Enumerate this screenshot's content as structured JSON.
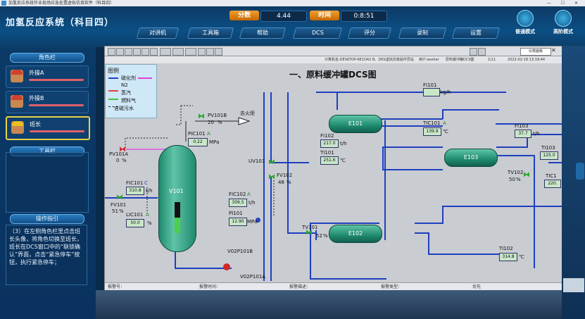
{
  "window": {
    "title": "加氢反应系统作业现场应急处置虚拟仿真软件（科目四）"
  },
  "header": {
    "app_title": "加氢反应系统（科目四）",
    "score_label": "分数",
    "score_value": "4.44",
    "time_label": "时间",
    "time_value": "0:8:51",
    "menu": [
      "对讲机",
      "工具箱",
      "帮助",
      "DCS",
      "评分",
      "录制",
      "设置"
    ],
    "modes": [
      "普通模式",
      "高阶模式"
    ]
  },
  "left": {
    "roles_header": "角色栏",
    "roles": [
      {
        "name": "外操A",
        "hat": "#d04030"
      },
      {
        "name": "外操B",
        "hat": "#d04030"
      },
      {
        "name": "班长",
        "hat": "#e8c020"
      }
    ],
    "tools_header": "工具栏",
    "guide_header": "操作指引",
    "guide_text": "（3）在左侧角色栏里点击班长头像，将角色切换至班长，班长在DCS窗口中的“联锁确认”界面，点击“紧急停车”按钮，执行紧急停车；"
  },
  "dcs": {
    "title": "一、原料缓冲罐DCS图",
    "info": {
      "host": "计算机名:DESKTOP-6E1O42",
      "env": "B、DKS虚拟仿真操作员站",
      "user": "用户:worker",
      "screen": "原料缓冲罐DCS图",
      "page": "1/11",
      "datetime": "2022-02-18 13:19:44",
      "overview": "仪表面板"
    },
    "legend": {
      "title": "图例",
      "items": [
        {
          "label": "硫化剂",
          "color": "#1f3fbf"
        },
        {
          "label": "N2",
          "color": "#e040e0"
        },
        {
          "label": "蒸汽",
          "color": "#e04040"
        },
        {
          "label": "燃料气",
          "color": "#40c040"
        },
        {
          "label": "含硫污水",
          "color": "#2a2a2a"
        }
      ]
    },
    "flare_label": "去火炬",
    "vessels": {
      "v101": "V101",
      "e101": "E101",
      "e102": "E102",
      "e103": "E103"
    },
    "instruments": {
      "pv101b": {
        "tag": "PV101B",
        "value": "20",
        "unit": "%"
      },
      "pic101": {
        "tag": "PIC101",
        "mode": "A",
        "value": "0.22",
        "unit": "MPa"
      },
      "pv101a": {
        "tag": "PV101A",
        "value": "0",
        "unit": "%"
      },
      "fic101": {
        "tag": "FIC101",
        "mode": "C",
        "value": "310.8",
        "unit": "t/h"
      },
      "fv101": {
        "tag": "FV101",
        "value": "51",
        "unit": "%"
      },
      "lic101": {
        "tag": "LIC101",
        "mode": "A",
        "value": "50.0",
        "unit": "%"
      },
      "uv101": {
        "tag": "UV101"
      },
      "fv102": {
        "tag": "FV102",
        "value": "48",
        "unit": "%"
      },
      "fic102": {
        "tag": "FIC102",
        "mode": "A",
        "value": "309.5",
        "unit": "t/h"
      },
      "pi101": {
        "tag": "PI101",
        "value": "12.90",
        "unit": "MPa"
      },
      "v02p101b": {
        "tag": "V02P101B"
      },
      "v02p101a": {
        "tag": "V02P101A"
      },
      "fi101": {
        "tag": "FI101",
        "value": "",
        "unit": "kg/h"
      },
      "tic101": {
        "tag": "TIC101",
        "mode": "A",
        "value": "139.9",
        "unit": "℃"
      },
      "fi102": {
        "tag": "FI102",
        "value": "217.0",
        "unit": "t/h"
      },
      "ti101": {
        "tag": "TI101",
        "value": "251.6",
        "unit": "℃"
      },
      "fi103": {
        "tag": "FI103",
        "value": "37.7",
        "unit": "t/h"
      },
      "ti103": {
        "tag": "TI103",
        "value": "125.0"
      },
      "tv102": {
        "tag": "TV102",
        "value": "50",
        "unit": "%"
      },
      "tic1": {
        "tag": "TIC1",
        "value": "220."
      },
      "tv101": {
        "tag": "TV101",
        "value": "52",
        "unit": "%"
      },
      "ti102": {
        "tag": "TI102",
        "value": "314.8",
        "unit": "℃"
      }
    },
    "status": {
      "alarm_no": "报警号：",
      "alarm_time": "报警时间：",
      "alarm_desc": "报警描述：",
      "alarm_type": "报警类型：",
      "priority": "优先"
    }
  }
}
